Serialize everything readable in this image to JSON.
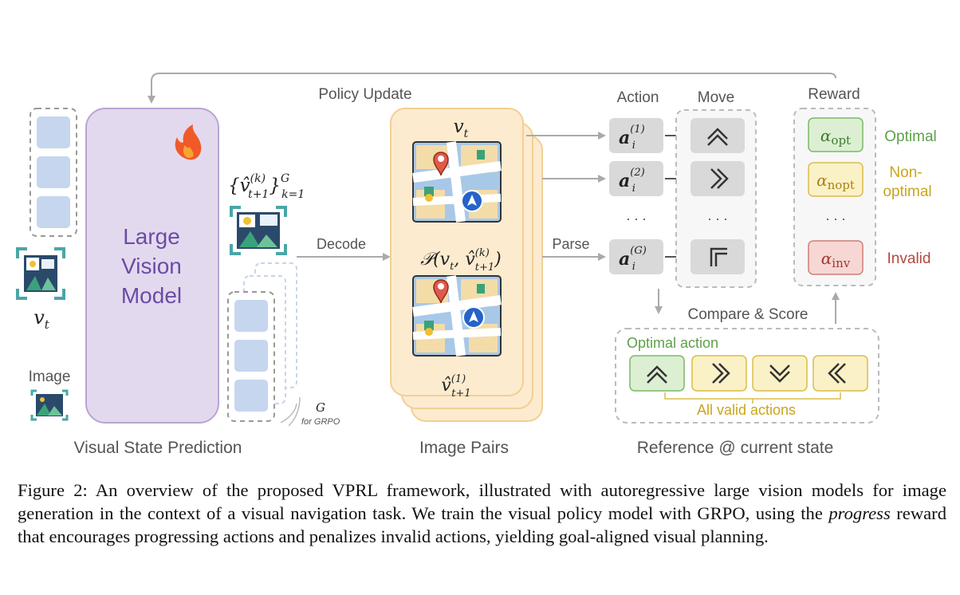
{
  "labels": {
    "policy_update": "Policy Update",
    "action": "Action",
    "move": "Move",
    "reward": "Reward",
    "model_line1": "Large",
    "model_line2": "Vision",
    "model_line3": "Model",
    "decode": "Decode",
    "parse": "Parse",
    "image": "Image",
    "g": "G",
    "for_grpo": "for GRPO",
    "compare_score": "Compare & Score",
    "optimal_action": "Optimal action",
    "all_valid_actions": "All valid actions",
    "optimal": "Optimal",
    "non_optimal_1": "Non-",
    "non_optimal_2": "optimal",
    "invalid": "Invalid",
    "dots": ". . ."
  },
  "sections": {
    "visual_state_prediction": "Visual State Prediction",
    "image_pairs": "Image Pairs",
    "reference": "Reference @ current state"
  },
  "math": {
    "v_t": "v",
    "v_t_sub": "t",
    "prob_set": "{v̂",
    "prob_set_sup": "(k)",
    "prob_set_sub": "t+1",
    "prob_set_tail": "}",
    "prob_set_G": "G",
    "prob_set_k": "k=1",
    "p_expr": "𝒫(v",
    "p_t": "t",
    "p_mid": ", v̂",
    "p_sup": "(k)",
    "p_sub": "t+1",
    "p_end": ")",
    "vhat": "v̂",
    "vhat_sup": "(1)",
    "vhat_sub": "t+1",
    "a": "a",
    "a_sub": "i",
    "a1_sup": "(1)",
    "a2_sup": "(2)",
    "aG_sup": "(G)",
    "alpha": "α",
    "alpha_opt": "opt",
    "alpha_nopt": "nopt",
    "alpha_inv": "inv"
  },
  "moves": {
    "row1": "⌃⌃",
    "row2": "»",
    "rowG": "⌐"
  },
  "reference_moves": [
    "up",
    "right",
    "down",
    "left"
  ],
  "caption": {
    "part1": "Figure 2: An overview of the proposed VPRL framework, illustrated with autoregressive large vision models for image generation in the context of a visual navigation task. We train the visual policy model with GRPO, using the ",
    "italic": "progress",
    "part2": " reward that encourages progressing actions and penalizes invalid actions, yielding goal-aligned visual planning."
  },
  "colors": {
    "model_fill": "#e3d9ee",
    "model_stroke": "#b9a5d3",
    "model_text": "#6a4ca6",
    "pair_fill": "#fcebcf",
    "pair_stroke": "#f2cf92",
    "gray_box": "#d9d9d9",
    "optimal_green": "#5ea04a",
    "nonopt_yellow": "#c9a51c",
    "invalid_red": "#b5473f",
    "thumb_blue": "#c5d6ee",
    "teal": "#4aa6a8"
  }
}
